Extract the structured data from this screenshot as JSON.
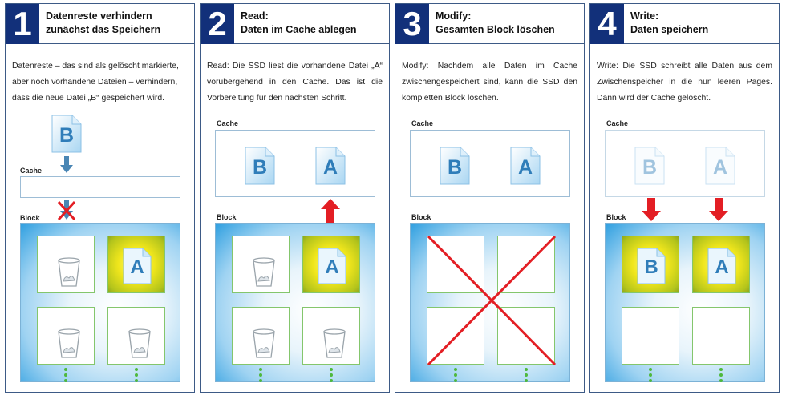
{
  "steps": [
    {
      "number": "1",
      "title_line1": "Datenreste verhindern",
      "title_line2": "zunächst das Speichern",
      "description": "Datenreste – das sind als gelöscht markierte, aber noch vorhandene Dateien – verhindern, dass die neue Datei „B“ gespeichert wird.",
      "cache_label": "Cache",
      "block_label": "Block",
      "incoming_file": "B",
      "block_file": "A"
    },
    {
      "number": "2",
      "title_line1": "Read:",
      "title_line2": "Daten im Cache ablegen",
      "description": "Read: Die SSD liest die vorhandene Datei „A“ vorübergehend in den Cache. Das ist die Vorbereitung für den nächsten Schritt.",
      "cache_label": "Cache",
      "block_label": "Block",
      "cache_files": [
        "B",
        "A"
      ],
      "block_file": "A"
    },
    {
      "number": "3",
      "title_line1": "Modify:",
      "title_line2": "Gesamten Block löschen",
      "description": "Modify: Nachdem alle Daten im Cache zwischengespeichert sind, kann die SSD den kompletten Block löschen.",
      "cache_label": "Cache",
      "block_label": "Block",
      "cache_files": [
        "B",
        "A"
      ]
    },
    {
      "number": "4",
      "title_line1": "Write:",
      "title_line2": "Daten speichern",
      "description": "Write: Die SSD schreibt alle Daten aus dem Zwischenspeicher in die nun leeren Pages. Dann wird der Cache gelöscht.",
      "cache_label": "Cache",
      "block_label": "Block",
      "cache_files": [
        "B",
        "A"
      ],
      "block_files": [
        "B",
        "A"
      ]
    }
  ],
  "colors": {
    "header_number_bg": "#12307a",
    "border": "#3d5a86",
    "arrow_blue": "#4a86b4",
    "arrow_red": "#e31e24",
    "cell_border": "#84c66c",
    "letter": "#2f7db9"
  },
  "icons": [
    "document-icon",
    "trash-bin-icon",
    "arrow-down-icon",
    "arrow-up-icon",
    "cross-mark-icon"
  ]
}
